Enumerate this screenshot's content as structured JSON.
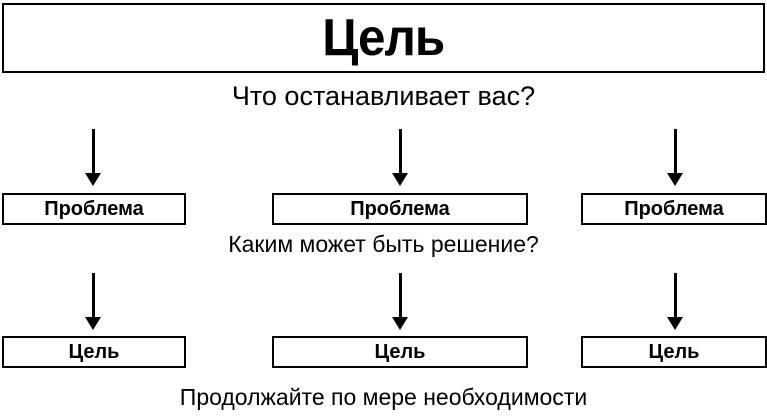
{
  "diagram": {
    "title": "Цель",
    "question1": "Что останавливает вас?",
    "question2": "Каким может быть решение?",
    "footer": "Продолжайте по мере необходимости",
    "problems": [
      "Проблема",
      "Проблема",
      "Проблема"
    ],
    "goals": [
      "Цель",
      "Цель",
      "Цель"
    ],
    "colors": {
      "border": "#000000",
      "background": "#ffffff",
      "text": "#000000"
    }
  }
}
